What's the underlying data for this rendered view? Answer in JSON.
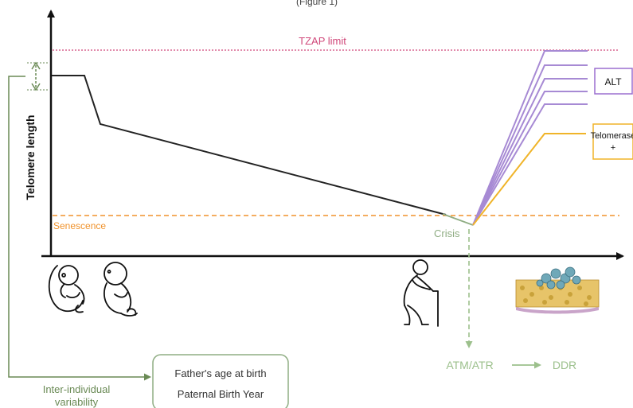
{
  "labels": {
    "caption_fragment": "(Figure 1)",
    "tzap_limit": "TZAP limit",
    "y_axis": "Telomere length",
    "senescence": "Senescence",
    "crisis": "Crisis",
    "alt": "ALT",
    "telomerase_line1": "Telomerase",
    "telomerase_line2": "+",
    "atm_atr": "ATM/ATR",
    "ddr": "DDR",
    "inter_individual_line1": "Inter-individual",
    "inter_individual_line2": "variability",
    "factor_box_line1": "Father's age at birth",
    "factor_box_line2": "Paternal Birth Year"
  },
  "colors": {
    "axis": "#111111",
    "telomere_curve": "#222222",
    "tzap": "#d0487a",
    "senescence": "#f0922b",
    "crisis": "#8fad83",
    "alt": "#a78ad4",
    "alt_box_border": "#9b6fcf",
    "telomerase": "#f0b429",
    "variability": "#6a8a55",
    "atm_ddr": "#9cc08c"
  },
  "icons": [
    "fetus-icon",
    "infant-icon",
    "elderly-person-with-cane-icon",
    "tumor-cells-icon"
  ]
}
